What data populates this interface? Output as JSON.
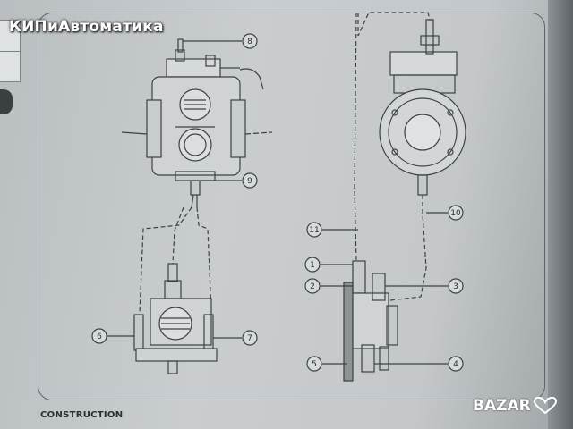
{
  "watermark": {
    "text": "КИПиАвтоматика"
  },
  "footer": {
    "label": "CONSTRUCTION"
  },
  "badge": {
    "text": "BAZAR",
    "icon": "heart-icon"
  },
  "callouts": [
    "8",
    "9",
    "6",
    "7",
    "11",
    "10",
    "1",
    "2",
    "3",
    "5",
    "4"
  ],
  "colors": {
    "paper": "#c7cbcd",
    "ink": "#3a3f42",
    "watermark": "#ffffff"
  }
}
